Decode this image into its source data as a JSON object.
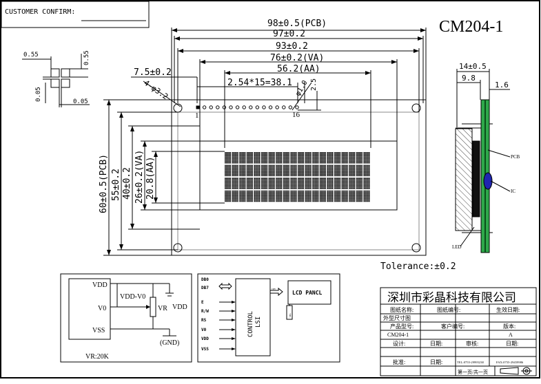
{
  "header": {
    "customer_confirm": "CUSTOMER CONFIRM:",
    "model_title": "CM204-1",
    "tolerance": "Tolerance:±0.2"
  },
  "dims": {
    "pcb_w": "98±0.5(PCB)",
    "w97": "97±0.2",
    "w93": "93±0.2",
    "va_w": "76±0.2(VA)",
    "aa_w": "56.2(AA)",
    "edge": "7.5±0.2",
    "pitch": "2.54*15=38.1",
    "holes": "4-φ3.2",
    "pin_d": "φ1.0",
    "pin_off": "2.5",
    "pin1": "1",
    "pin16": "16",
    "pcb_h": "60±0.5(PCB)",
    "h55": "55±0.2",
    "h40": "40±0.2",
    "va_h": "26±0.2(VA)",
    "aa_h": "20.8(AA)"
  },
  "pixel_detail": {
    "a": "0.55",
    "b": "0.55",
    "c": "0.05",
    "d": "0.05"
  },
  "side_view": {
    "t14": "14±0.5",
    "t98": "9.8",
    "t16": "1.6",
    "pcb": "PCB",
    "ic": "IC",
    "led": "LED"
  },
  "vr_circuit": {
    "vdd": "VDD",
    "vdd_v0": "VDD-V0",
    "v0": "V0",
    "vr": "VR",
    "vdd_right": "VDD",
    "vss": "VSS",
    "gnd": "(GND)",
    "vr_value": "VR:20K"
  },
  "block_diagram": {
    "pins": [
      "DB0",
      "DB7",
      "E",
      "R/W",
      "RS",
      "V0",
      "VDD",
      "VSS"
    ],
    "control": "CONTROL",
    "lsi": "LSI",
    "panel": "LCD PANCL",
    "com": "COM",
    "seg": "SEG"
  },
  "title_block": {
    "company": "深圳市彩晶科技有限公司",
    "row1": [
      "图纸名称:",
      "图纸编号:",
      "生效日期:"
    ],
    "row2": [
      "外型尺寸图"
    ],
    "row3": [
      "产品型号:",
      "客户编号:",
      "版本:"
    ],
    "row4": [
      "CM204-1",
      "A"
    ],
    "row5": [
      "设计:",
      "日期:",
      "审核:",
      "日期:"
    ],
    "row6": [
      "批准:",
      "日期:",
      "TEL:0755-29995238",
      "FAX:0755-29459986"
    ],
    "page": "第一页/共一页"
  }
}
